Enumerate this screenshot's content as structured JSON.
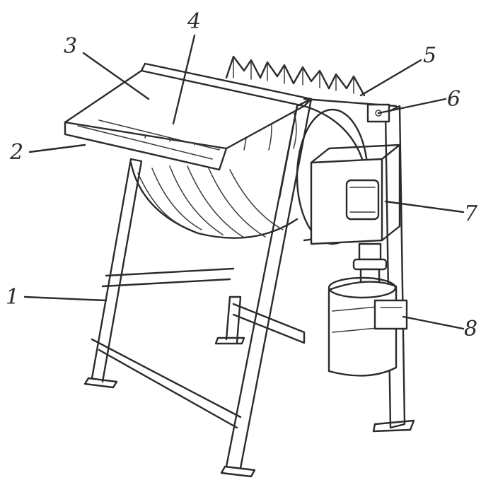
{
  "callouts": [
    {
      "id": "1",
      "text": "1"
    },
    {
      "id": "2",
      "text": "2"
    },
    {
      "id": "3",
      "text": "3"
    },
    {
      "id": "4",
      "text": "4"
    },
    {
      "id": "5",
      "text": "5"
    },
    {
      "id": "6",
      "text": "6"
    },
    {
      "id": "7",
      "text": "7"
    },
    {
      "id": "8",
      "text": "8"
    }
  ],
  "ink_color": "#2b2b2b",
  "paper_color": "#ffffff"
}
